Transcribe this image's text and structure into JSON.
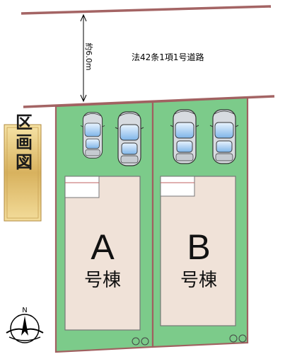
{
  "road": {
    "label": "法42条1項1号道路",
    "width_label": "約6.0m"
  },
  "title_plate": {
    "text": "区画図"
  },
  "lots": [
    {
      "letter": "A",
      "suffix": "号棟"
    },
    {
      "letter": "B",
      "suffix": "号棟"
    }
  ],
  "compass": {
    "label": "N"
  },
  "colors": {
    "lot_fill": "#7ccb8a",
    "building_fill": "#f0e2d8",
    "boundary": "#a06060",
    "plate_gold": "#e3c47a",
    "car_body": "#d0d4da",
    "car_glass": "#9ec7ee"
  }
}
